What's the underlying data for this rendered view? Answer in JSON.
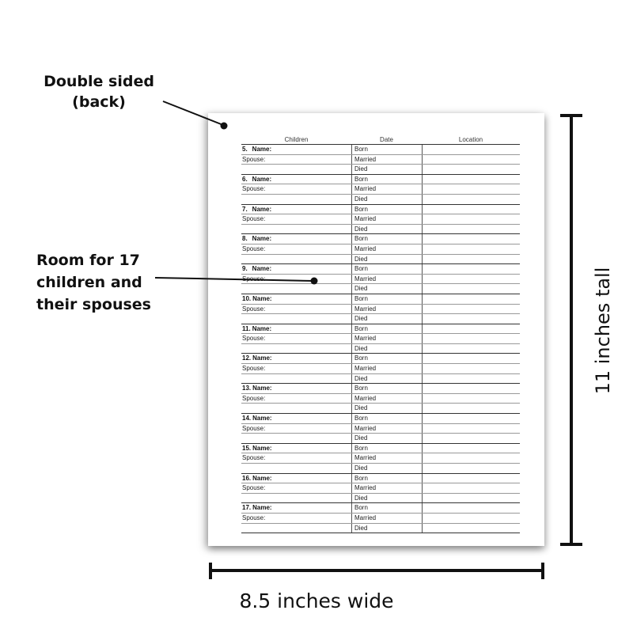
{
  "callouts": {
    "double_sided_line1": "Double sided",
    "double_sided_line2": "(back)",
    "room_line1": "Room for 17",
    "room_line2": "children and",
    "room_line3": "their spouses"
  },
  "dimensions": {
    "height_label": "11 inches tall",
    "width_label": "8.5 inches wide"
  },
  "form": {
    "headers": {
      "children": "Children",
      "date": "Date",
      "location": "Location"
    },
    "name_label": "Name:",
    "spouse_label": "Spouse:",
    "date_labels": [
      "Born",
      "Married",
      "Died"
    ],
    "entries": [
      {
        "num": "5."
      },
      {
        "num": "6."
      },
      {
        "num": "7."
      },
      {
        "num": "8."
      },
      {
        "num": "9."
      },
      {
        "num": "10."
      },
      {
        "num": "11."
      },
      {
        "num": "12."
      },
      {
        "num": "13."
      },
      {
        "num": "14."
      },
      {
        "num": "15."
      },
      {
        "num": "16."
      },
      {
        "num": "17."
      }
    ]
  },
  "colors": {
    "ink": "#111111",
    "page": "#ffffff",
    "rule": "#333333",
    "thin_rule": "#999999"
  }
}
